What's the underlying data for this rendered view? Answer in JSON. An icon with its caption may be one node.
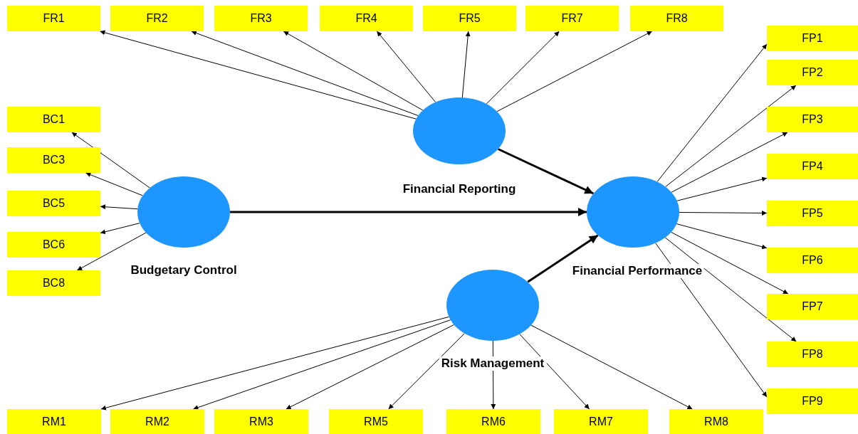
{
  "diagram": {
    "nodes": [
      {
        "text": [
          "Financial Reporting"
        ]
      },
      {
        "text": [
          "Budgetary Control"
        ]
      },
      {
        "text": [
          "Financial Performance"
        ]
      },
      {
        "text": [
          "Risk Management"
        ]
      },
      {
        "text": [
          "FR1"
        ]
      },
      {
        "text": [
          "FR2"
        ]
      },
      {
        "text": [
          "FR3"
        ]
      },
      {
        "text": [
          "FR4"
        ]
      },
      {
        "text": [
          "FR5"
        ]
      },
      {
        "text": [
          "FR7"
        ]
      },
      {
        "text": [
          "FR8"
        ]
      },
      {
        "text": [
          "BC1"
        ]
      },
      {
        "text": [
          "BC3"
        ]
      },
      {
        "text": [
          "BC5"
        ]
      },
      {
        "text": [
          "BC6"
        ]
      },
      {
        "text": [
          "BC8"
        ]
      },
      {
        "text": [
          "FP1"
        ]
      },
      {
        "text": [
          "FP2"
        ]
      },
      {
        "text": [
          "FP3"
        ]
      },
      {
        "text": [
          "FP4"
        ]
      },
      {
        "text": [
          "FP5"
        ]
      },
      {
        "text": [
          "FP6"
        ]
      },
      {
        "text": [
          "FP7"
        ]
      },
      {
        "text": [
          "FP8"
        ]
      },
      {
        "text": [
          "FP9"
        ]
      },
      {
        "text": [
          "RM1"
        ]
      },
      {
        "text": [
          "RM2"
        ]
      },
      {
        "text": [
          "RM3"
        ]
      },
      {
        "text": [
          "RM5"
        ]
      },
      {
        "text": [
          "RM6"
        ]
      },
      {
        "text": [
          "RM7"
        ]
      },
      {
        "text": [
          "RM8"
        ]
      }
    ],
    "edges": [
      {
        "from": 0,
        "to": 2,
        "arrow": "to",
        "style": "thick"
      },
      {
        "from": 1,
        "to": 2,
        "arrow": "to",
        "style": "thick"
      },
      {
        "from": 3,
        "to": 2,
        "arrow": "to",
        "style": "thick"
      },
      {
        "from": 0,
        "to": 4,
        "arrow": "to"
      },
      {
        "from": 0,
        "to": 5,
        "arrow": "to"
      },
      {
        "from": 0,
        "to": 6,
        "arrow": "to"
      },
      {
        "from": 0,
        "to": 7,
        "arrow": "to"
      },
      {
        "from": 0,
        "to": 8,
        "arrow": "to"
      },
      {
        "from": 0,
        "to": 9,
        "arrow": "to"
      },
      {
        "from": 0,
        "to": 10,
        "arrow": "to"
      },
      {
        "from": 1,
        "to": 11,
        "arrow": "to"
      },
      {
        "from": 1,
        "to": 12,
        "arrow": "to"
      },
      {
        "from": 1,
        "to": 13,
        "arrow": "to"
      },
      {
        "from": 1,
        "to": 14,
        "arrow": "to"
      },
      {
        "from": 1,
        "to": 15,
        "arrow": "to"
      },
      {
        "from": 2,
        "to": 16,
        "arrow": "to"
      },
      {
        "from": 2,
        "to": 17,
        "arrow": "to"
      },
      {
        "from": 2,
        "to": 18,
        "arrow": "to"
      },
      {
        "from": 2,
        "to": 19,
        "arrow": "to"
      },
      {
        "from": 2,
        "to": 20,
        "arrow": "to"
      },
      {
        "from": 2,
        "to": 21,
        "arrow": "to"
      },
      {
        "from": 2,
        "to": 22,
        "arrow": "to"
      },
      {
        "from": 2,
        "to": 23,
        "arrow": "to"
      },
      {
        "from": 2,
        "to": 24,
        "arrow": "to"
      },
      {
        "from": 3,
        "to": 25,
        "arrow": "to"
      },
      {
        "from": 3,
        "to": 26,
        "arrow": "to"
      },
      {
        "from": 3,
        "to": 27,
        "arrow": "to"
      },
      {
        "from": 3,
        "to": 28,
        "arrow": "to"
      },
      {
        "from": 3,
        "to": 29,
        "arrow": "to"
      },
      {
        "from": 3,
        "to": 30,
        "arrow": "to"
      },
      {
        "from": 3,
        "to": 31,
        "arrow": "to"
      }
    ]
  }
}
